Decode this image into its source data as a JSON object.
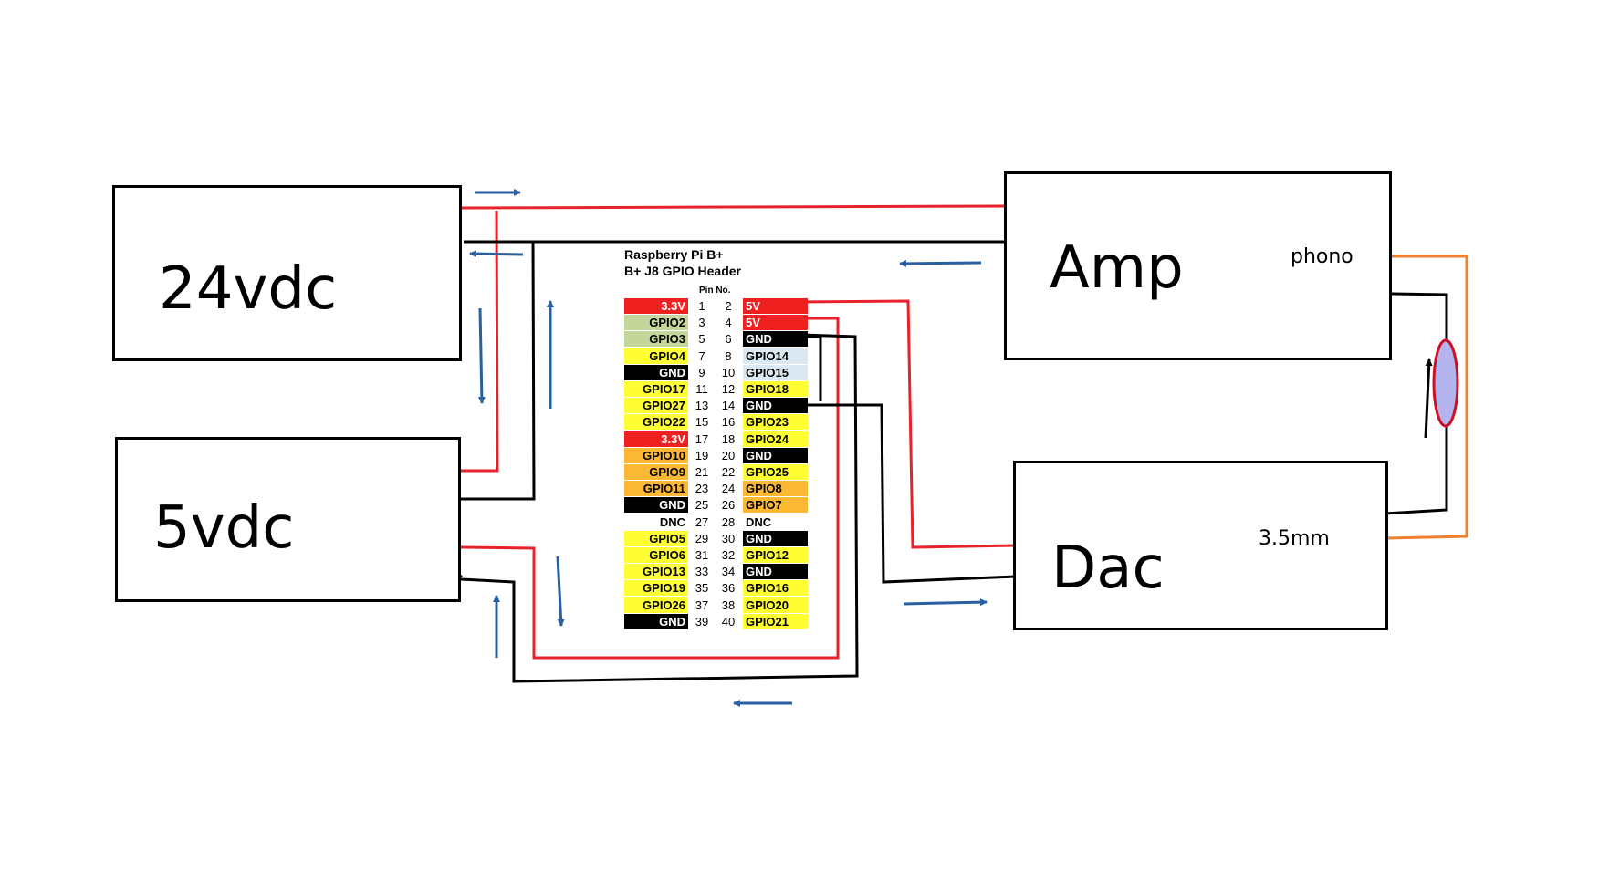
{
  "blocks": {
    "supply_24v": "24vdc",
    "supply_5v": "5vdc",
    "amp": "Amp",
    "amp_port": "phono",
    "dac": "Dac",
    "dac_port": "3.5mm"
  },
  "gpio": {
    "title_line1": "Raspberry Pi B+",
    "title_line2": "B+ J8 GPIO Header",
    "pin_no_label": "Pin No.",
    "rows": [
      {
        "l": "3.3V",
        "lc": "#ee2020",
        "ln": "1",
        "rn": "2",
        "r": "5V",
        "rc": "#ee2020"
      },
      {
        "l": "GPIO2",
        "lc": "#c5d69b",
        "ln": "3",
        "rn": "4",
        "r": "5V",
        "rc": "#ee2020"
      },
      {
        "l": "GPIO3",
        "lc": "#c5d69b",
        "ln": "5",
        "rn": "6",
        "r": "GND",
        "rc": "#000000"
      },
      {
        "l": "GPIO4",
        "lc": "#ffff33",
        "ln": "7",
        "rn": "8",
        "r": "GPIO14",
        "rc": "#dce9f2"
      },
      {
        "l": "GND",
        "lc": "#000000",
        "ln": "9",
        "rn": "10",
        "r": "GPIO15",
        "rc": "#dce9f2"
      },
      {
        "l": "GPIO17",
        "lc": "#ffff33",
        "ln": "11",
        "rn": "12",
        "r": "GPIO18",
        "rc": "#ffff33"
      },
      {
        "l": "GPIO27",
        "lc": "#ffff33",
        "ln": "13",
        "rn": "14",
        "r": "GND",
        "rc": "#000000"
      },
      {
        "l": "GPIO22",
        "lc": "#ffff33",
        "ln": "15",
        "rn": "16",
        "r": "GPIO23",
        "rc": "#ffff33"
      },
      {
        "l": "3.3V",
        "lc": "#ee2020",
        "ln": "17",
        "rn": "18",
        "r": "GPIO24",
        "rc": "#ffff33"
      },
      {
        "l": "GPIO10",
        "lc": "#fbb833",
        "ln": "19",
        "rn": "20",
        "r": "GND",
        "rc": "#000000"
      },
      {
        "l": "GPIO9",
        "lc": "#fbb833",
        "ln": "21",
        "rn": "22",
        "r": "GPIO25",
        "rc": "#ffff33"
      },
      {
        "l": "GPIO11",
        "lc": "#fbb833",
        "ln": "23",
        "rn": "24",
        "r": "GPIO8",
        "rc": "#fbb833"
      },
      {
        "l": "GND",
        "lc": "#000000",
        "ln": "25",
        "rn": "26",
        "r": "GPIO7",
        "rc": "#fbb833"
      },
      {
        "l": "DNC",
        "lc": "#ffffff",
        "ln": "27",
        "rn": "28",
        "r": "DNC",
        "rc": "#ffffff"
      },
      {
        "l": "GPIO5",
        "lc": "#ffff33",
        "ln": "29",
        "rn": "30",
        "r": "GND",
        "rc": "#000000"
      },
      {
        "l": "GPIO6",
        "lc": "#ffff33",
        "ln": "31",
        "rn": "32",
        "r": "GPIO12",
        "rc": "#ffff33"
      },
      {
        "l": "GPIO13",
        "lc": "#ffff33",
        "ln": "33",
        "rn": "34",
        "r": "GND",
        "rc": "#000000"
      },
      {
        "l": "GPIO19",
        "lc": "#ffff33",
        "ln": "35",
        "rn": "36",
        "r": "GPIO16",
        "rc": "#ffff33"
      },
      {
        "l": "GPIO26",
        "lc": "#ffff33",
        "ln": "37",
        "rn": "38",
        "r": "GPIO20",
        "rc": "#ffff33"
      },
      {
        "l": "GND",
        "lc": "#000000",
        "ln": "39",
        "rn": "40",
        "r": "GPIO21",
        "rc": "#ffff33"
      }
    ]
  },
  "colors": {
    "positive_wire": "#e8222b",
    "ground_wire": "#000000",
    "audio_wire": "#f08030",
    "flow_arrow": "#2a5fa0",
    "connector_fill": "#b3b3ee",
    "connector_stroke": "#cc1122"
  }
}
